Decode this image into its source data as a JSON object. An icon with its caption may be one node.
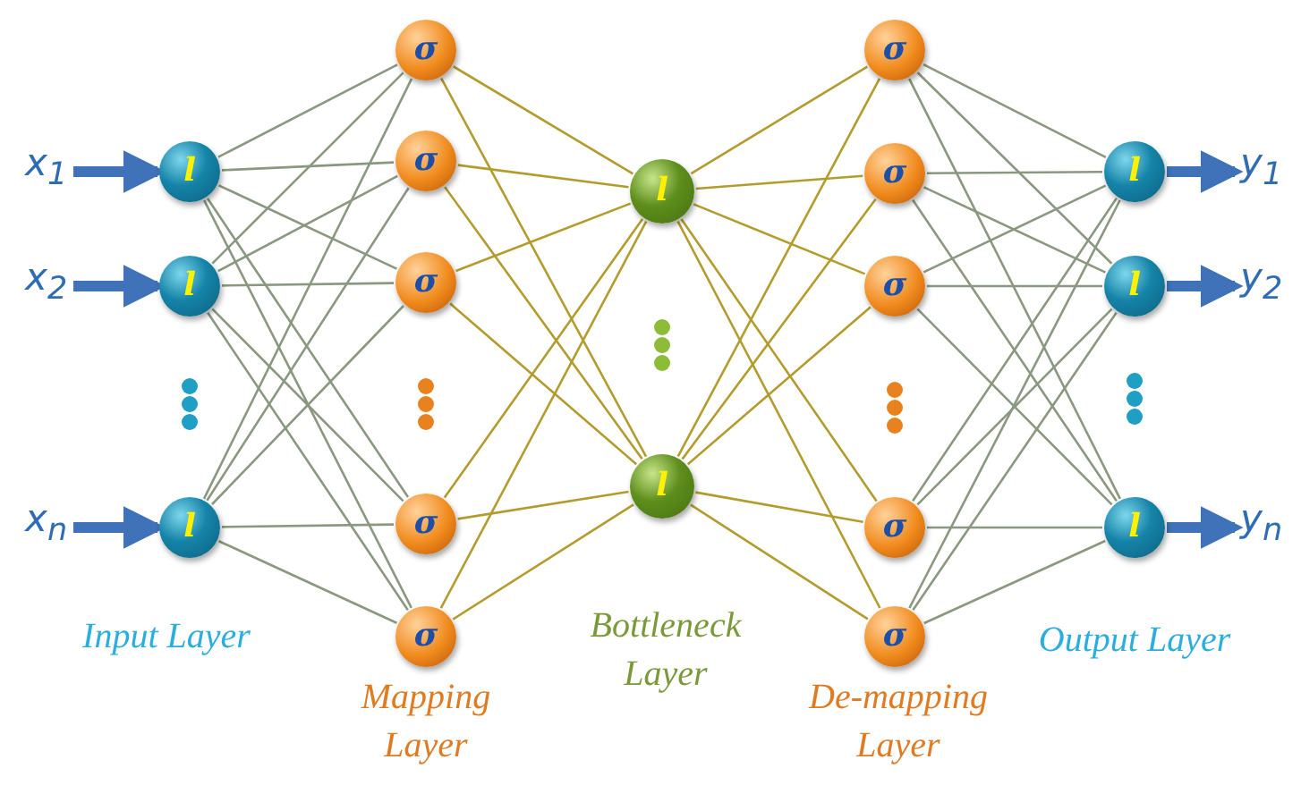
{
  "diagram": {
    "nodes": [
      {
        "text": [
          "l"
        ]
      },
      {
        "text": [
          "l"
        ]
      },
      {
        "text": [
          "l"
        ]
      },
      {
        "text": [
          "σ"
        ]
      },
      {
        "text": [
          "σ"
        ]
      },
      {
        "text": [
          "σ"
        ]
      },
      {
        "text": [
          "σ"
        ]
      },
      {
        "text": [
          "σ"
        ]
      },
      {
        "text": [
          "l"
        ]
      },
      {
        "text": [
          "l"
        ]
      },
      {
        "text": [
          "σ"
        ]
      },
      {
        "text": [
          "σ"
        ]
      },
      {
        "text": [
          "σ"
        ]
      },
      {
        "text": [
          "σ"
        ]
      },
      {
        "text": [
          "σ"
        ]
      },
      {
        "text": [
          "l"
        ]
      },
      {
        "text": [
          "l"
        ]
      },
      {
        "text": [
          "l"
        ]
      },
      {
        "text": [
          "x$_{1}$"
        ]
      },
      {
        "text": [
          "x$_{2}$"
        ]
      },
      {
        "text": [
          "x$_{n}$"
        ]
      },
      {
        "text": [
          "y$_{1}$"
        ]
      },
      {
        "text": [
          "y$_{2}$"
        ]
      },
      {
        "text": [
          "y$_{n}$"
        ]
      }
    ],
    "edges": [
      {
        "from": 18,
        "to": 0,
        "arrow": "to",
        "style": "thick",
        "color": "#3f72b8"
      },
      {
        "from": 19,
        "to": 1,
        "arrow": "to",
        "style": "thick",
        "color": "#3f72b8"
      },
      {
        "from": 20,
        "to": 2,
        "arrow": "to",
        "style": "thick",
        "color": "#3f72b8"
      },
      {
        "from": 0,
        "to": 3,
        "arrow": "none"
      },
      {
        "from": 0,
        "to": 4,
        "arrow": "none"
      },
      {
        "from": 0,
        "to": 5,
        "arrow": "none"
      },
      {
        "from": 0,
        "to": 6,
        "arrow": "none"
      },
      {
        "from": 0,
        "to": 7,
        "arrow": "none"
      },
      {
        "from": 1,
        "to": 3,
        "arrow": "none"
      },
      {
        "from": 1,
        "to": 4,
        "arrow": "none"
      },
      {
        "from": 1,
        "to": 5,
        "arrow": "none"
      },
      {
        "from": 1,
        "to": 6,
        "arrow": "none"
      },
      {
        "from": 1,
        "to": 7,
        "arrow": "none"
      },
      {
        "from": 2,
        "to": 3,
        "arrow": "none"
      },
      {
        "from": 2,
        "to": 4,
        "arrow": "none"
      },
      {
        "from": 2,
        "to": 5,
        "arrow": "none"
      },
      {
        "from": 2,
        "to": 6,
        "arrow": "none"
      },
      {
        "from": 2,
        "to": 7,
        "arrow": "none"
      },
      {
        "from": 3,
        "to": 8,
        "arrow": "none"
      },
      {
        "from": 3,
        "to": 9,
        "arrow": "none"
      },
      {
        "from": 4,
        "to": 8,
        "arrow": "none"
      },
      {
        "from": 4,
        "to": 9,
        "arrow": "none"
      },
      {
        "from": 5,
        "to": 8,
        "arrow": "none"
      },
      {
        "from": 5,
        "to": 9,
        "arrow": "none"
      },
      {
        "from": 6,
        "to": 8,
        "arrow": "none"
      },
      {
        "from": 6,
        "to": 9,
        "arrow": "none"
      },
      {
        "from": 7,
        "to": 8,
        "arrow": "none"
      },
      {
        "from": 7,
        "to": 9,
        "arrow": "none"
      },
      {
        "from": 8,
        "to": 10,
        "arrow": "none"
      },
      {
        "from": 8,
        "to": 11,
        "arrow": "none"
      },
      {
        "from": 8,
        "to": 12,
        "arrow": "none"
      },
      {
        "from": 8,
        "to": 13,
        "arrow": "none"
      },
      {
        "from": 8,
        "to": 14,
        "arrow": "none"
      },
      {
        "from": 9,
        "to": 10,
        "arrow": "none"
      },
      {
        "from": 9,
        "to": 11,
        "arrow": "none"
      },
      {
        "from": 9,
        "to": 12,
        "arrow": "none"
      },
      {
        "from": 9,
        "to": 13,
        "arrow": "none"
      },
      {
        "from": 9,
        "to": 14,
        "arrow": "none"
      },
      {
        "from": 10,
        "to": 15,
        "arrow": "none"
      },
      {
        "from": 10,
        "to": 16,
        "arrow": "none"
      },
      {
        "from": 10,
        "to": 17,
        "arrow": "none"
      },
      {
        "from": 11,
        "to": 15,
        "arrow": "none"
      },
      {
        "from": 11,
        "to": 16,
        "arrow": "none"
      },
      {
        "from": 11,
        "to": 17,
        "arrow": "none"
      },
      {
        "from": 12,
        "to": 15,
        "arrow": "none"
      },
      {
        "from": 12,
        "to": 16,
        "arrow": "none"
      },
      {
        "from": 12,
        "to": 17,
        "arrow": "none"
      },
      {
        "from": 13,
        "to": 15,
        "arrow": "none"
      },
      {
        "from": 13,
        "to": 16,
        "arrow": "none"
      },
      {
        "from": 13,
        "to": 17,
        "arrow": "none"
      },
      {
        "from": 14,
        "to": 15,
        "arrow": "none"
      },
      {
        "from": 14,
        "to": 16,
        "arrow": "none"
      },
      {
        "from": 14,
        "to": 17,
        "arrow": "none"
      },
      {
        "from": 15,
        "to": 21,
        "arrow": "to",
        "style": "thick",
        "color": "#3f72b8"
      },
      {
        "from": 16,
        "to": 22,
        "arrow": "to",
        "style": "thick",
        "color": "#3f72b8"
      },
      {
        "from": 17,
        "to": 23,
        "arrow": "to",
        "style": "thick",
        "color": "#3f72b8"
      }
    ],
    "labels": [
      "Input Layer",
      "Mapping Layer",
      "Bottleneck Layer",
      "De-mapping Layer",
      "Output Layer"
    ]
  }
}
